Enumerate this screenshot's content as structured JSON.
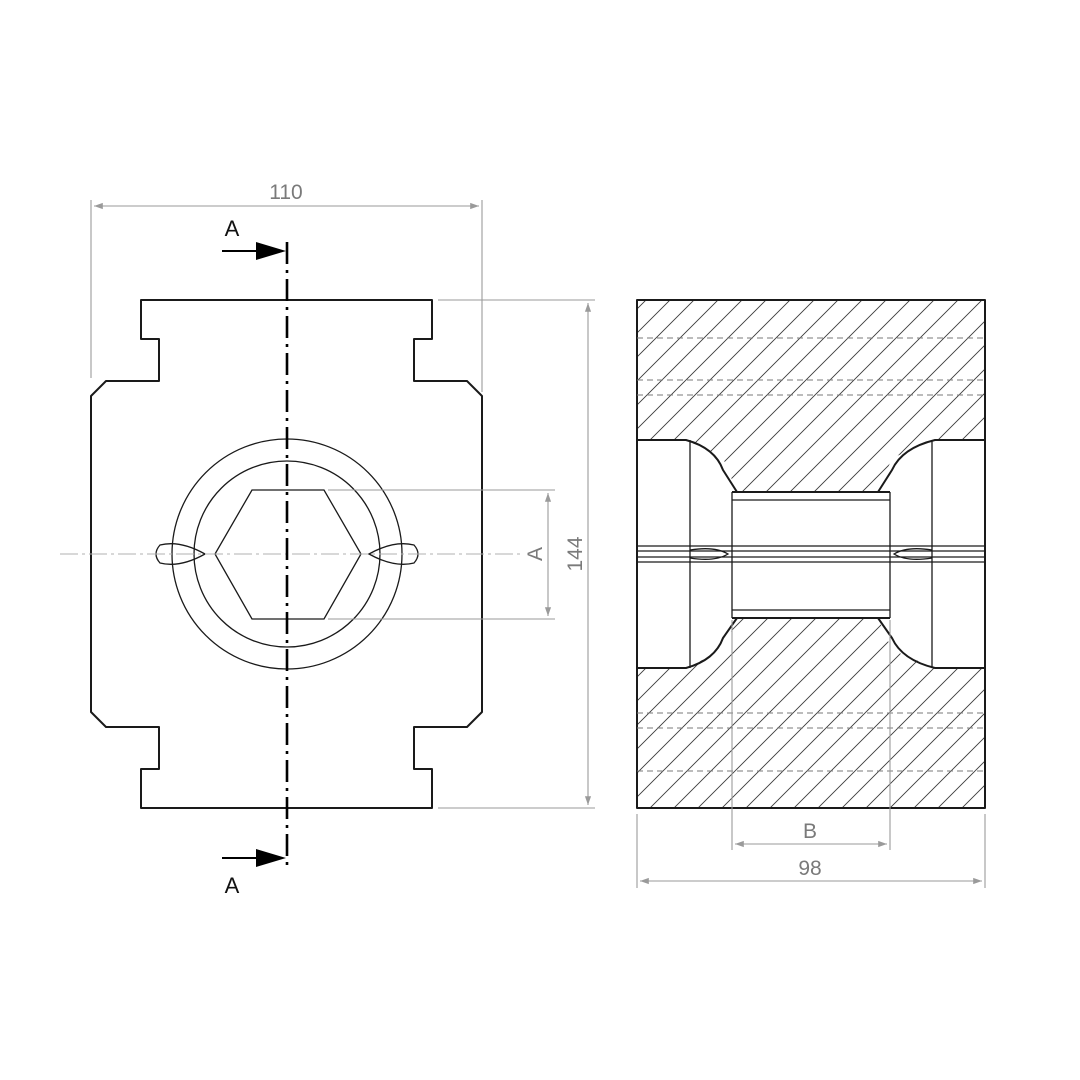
{
  "dimensions": {
    "width_front": "110",
    "height_front": "144",
    "hex_across": "A",
    "bore_length": "B",
    "width_section": "98"
  },
  "section_labels": {
    "top": "A",
    "bottom": "A"
  }
}
